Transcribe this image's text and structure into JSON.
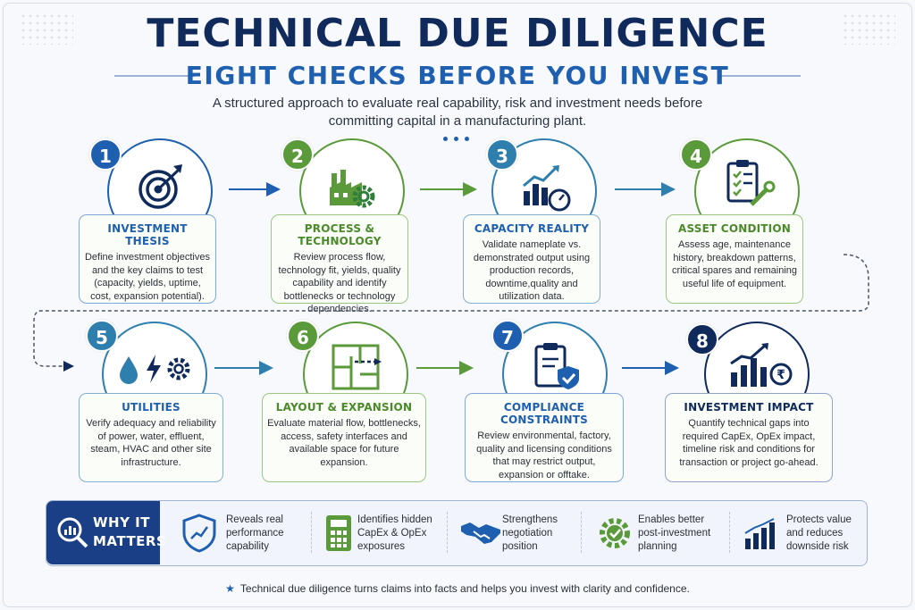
{
  "header": {
    "title": "TECHNICAL DUE DILIGENCE",
    "subtitle": "EIGHT CHECKS BEFORE YOU INVEST",
    "intro": "A structured approach to evaluate real capability, risk and investment needs before committing capital in a manufacturing plant."
  },
  "colors": {
    "navy": "#102a5c",
    "blue": "#1f5fb0",
    "green": "#5a9a3a",
    "teal": "#2f7fae"
  },
  "steps": [
    {
      "number": "1",
      "title": "INVESTMENT THESIS",
      "desc": "Define investment objectives and the key claims to test (capacity, yields, uptime, cost, expansion potential).",
      "icon": "target-icon",
      "color": "#1f5fb0"
    },
    {
      "number": "2",
      "title": "PROCESS & TECHNOLOGY",
      "desc": "Review process flow, technology fit, yields, quality capability and identify bottlenecks or technology dependencies.",
      "icon": "factory-gear-icon",
      "color": "#5a9a3a"
    },
    {
      "number": "3",
      "title": "CAPACITY REALITY",
      "desc": "Validate nameplate vs. demonstrated output using production records, downtime,quality and utilization data.",
      "icon": "chart-gauge-icon",
      "color": "#2f7fae"
    },
    {
      "number": "4",
      "title": "ASSET CONDITION",
      "desc": "Assess age, maintenance history, breakdown patterns, critical spares and remaining useful life of equipment.",
      "icon": "clipboard-wrench-icon",
      "color": "#5a9a3a"
    },
    {
      "number": "5",
      "title": "UTILITIES",
      "desc": "Verify adequacy and reliability of power, water, effluent, steam, HVAC and other site infrastructure.",
      "icon": "utilities-icon",
      "color": "#2f7fae"
    },
    {
      "number": "6",
      "title": "LAYOUT & EXPANSION",
      "desc": "Evaluate material flow, bottlenecks, access, safety interfaces and available space for future expansion.",
      "icon": "layout-icon",
      "color": "#5a9a3a"
    },
    {
      "number": "7",
      "title": "COMPLIANCE CONSTRAINTS",
      "desc": "Review environmental, factory, quality and licensing conditions that may restrict output, expansion or offtake.",
      "icon": "compliance-shield-icon",
      "color": "#1f5fb0"
    },
    {
      "number": "8",
      "title": "INVESTMENT IMPACT",
      "desc": "Quantify technical gaps into required CapEx, OpEx impact, timeline risk and conditions for transaction or project go-ahead.",
      "icon": "growth-rupee-icon",
      "color": "#102a5c"
    }
  ],
  "why": {
    "title": "WHY IT MATTERS",
    "items": [
      {
        "text": "Reveals real performance capability",
        "icon": "shield-chart-icon"
      },
      {
        "text": "Identifies hidden CapEx & OpEx exposures",
        "icon": "calculator-icon"
      },
      {
        "text": "Strengthens negotiation position",
        "icon": "handshake-icon"
      },
      {
        "text": "Enables better post-investment planning",
        "icon": "gear-check-icon"
      },
      {
        "text": "Protects value and reduces downside risk",
        "icon": "bar-chart-icon"
      }
    ]
  },
  "footer": "Technical due diligence turns claims into facts and helps you invest with clarity and confidence."
}
